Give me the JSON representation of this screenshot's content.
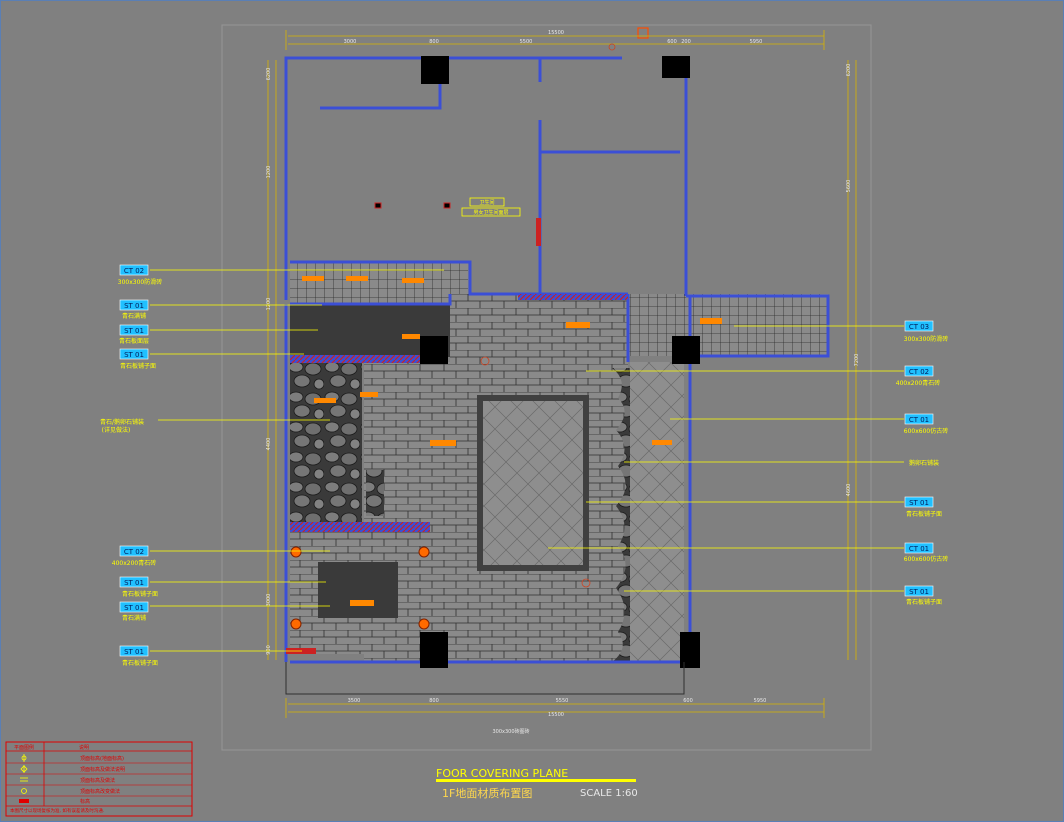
{
  "drawing": {
    "title_en": "FOOR COVERING PLANE",
    "title_cn": "1F地面材质布置图",
    "scale": "SCALE 1:60"
  },
  "dims_top": {
    "overall": "15500",
    "upper": [
      "3000",
      "800",
      "5500",
      "600",
      "5950"
    ],
    "r1": "600",
    "r2": "200"
  },
  "dims_bottom": {
    "overall": "15500",
    "segments": [
      "3500",
      "800",
      "5550",
      "600",
      "5950"
    ],
    "note": "300x300砖图砖"
  },
  "dims_left": [
    "6200",
    "1200",
    "1200",
    "4400",
    "3000",
    "900"
  ],
  "dims_right": [
    "6200",
    "5600",
    "7200",
    "4600"
  ],
  "left_tags": [
    {
      "code": "CT 02",
      "desc": "300x300防滑砖"
    },
    {
      "code": "ST 01",
      "desc": "青石满铺"
    },
    {
      "code": "ST 01",
      "desc": "青石板面层"
    },
    {
      "code": "ST 01",
      "desc": "青石板铺子面"
    },
    {
      "code": "",
      "desc": "青石/鹅卵石铺装\n(详见做法)"
    },
    {
      "code": "CT 02",
      "desc": "400x200青石砖"
    },
    {
      "code": "ST 01",
      "desc": "青石板铺子面"
    },
    {
      "code": "ST 01",
      "desc": "青石满铺"
    },
    {
      "code": "ST 01",
      "desc": "青石板铺子面"
    }
  ],
  "right_tags": [
    {
      "code": "CT 03",
      "desc": "300x300防滑砖"
    },
    {
      "code": "CT 02",
      "desc": "400x200青石砖"
    },
    {
      "code": "CT 01",
      "desc": "600x600仿古砖"
    },
    {
      "code": "",
      "desc": "鹅卵石铺装"
    },
    {
      "code": "ST 01",
      "desc": "青石板铺子面"
    },
    {
      "code": "CT 01",
      "desc": "600x600仿古砖"
    },
    {
      "code": "ST 01",
      "desc": "青石板铺子面"
    }
  ],
  "room_labels": [
    "卫生间",
    "男女卫生间面层"
  ],
  "legend": {
    "header": [
      "平面图例",
      "说明"
    ],
    "rows": [
      "顶面标高(地面标高)",
      "顶面标高及做法说明",
      "顶面标高及做法",
      "顶面标高改变做法"
    ],
    "extra": "标高",
    "footnote": "本图尺寸以现场复核为准, 如有误差请及时沟通."
  },
  "colors": {
    "background": "#808080",
    "wall": "#3b4fd6",
    "dimension": "#d9b400",
    "leader": "#ffff00",
    "tag_fill": "#20c0ff",
    "column": "#000000",
    "hatch": "#cc2222",
    "tile_line": "#2b2b2b",
    "annotation": "#ff8800",
    "legend": "#e00000"
  }
}
